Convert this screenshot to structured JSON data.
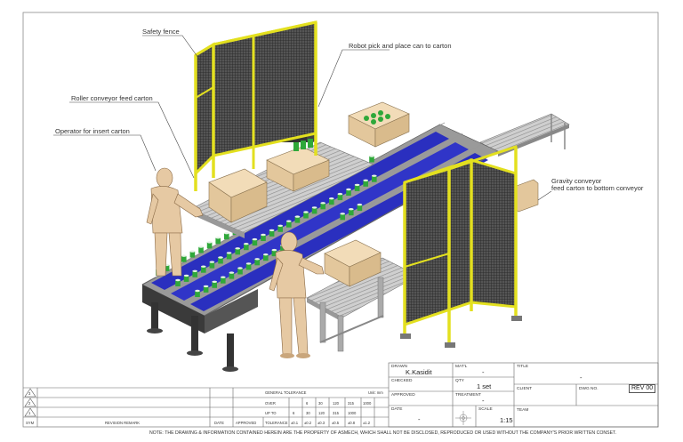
{
  "callouts": {
    "safety_fence": "Safety fence",
    "robot": "Robot pick and place can to carton",
    "roller_conveyor": "Roller conveyor feed carton",
    "operator": "Operator for insert carton",
    "gravity_line1": "Gravity conveyor",
    "gravity_line2": "feed carton to bottom conveyor"
  },
  "title_block": {
    "drawn_label": "DRAWN",
    "drawn_value": "K.Kasidit",
    "checked_label": "CHECKED",
    "approved_label": "APPROVED",
    "date_label": "DATE",
    "date_value": "-",
    "mat_label": "MAT'L",
    "mat_value": "-",
    "qty_label": "QTY",
    "qty_value": "1 set",
    "treatment_label": "TREATMENT",
    "treatment_value": "-",
    "scale_label": "SCALE",
    "scale_value": "1:15",
    "title_label": "TITLE",
    "title_value": "-",
    "client_label": "CLIENT",
    "dwg_label": "DWG NO.",
    "rev_value": "REV 00",
    "team_label": "TEAM"
  },
  "revision_table": {
    "rev_marks": [
      "3",
      "2",
      "1"
    ],
    "sym_label": "SYM",
    "remarks_label": "REVISION REMARK",
    "date_label": "DATE",
    "approved_label": "APPROVED"
  },
  "tolerance_table": {
    "header": "GENERAL TOLERANCE",
    "unit": "Unit: mm",
    "over_label": "OVER",
    "upto_label": "UP TO",
    "tolerance_label": "TOLERANCE",
    "over_values": [
      "6",
      "30",
      "120",
      "315",
      "1000"
    ],
    "upto_values": [
      "6",
      "30",
      "120",
      "315",
      "1000"
    ],
    "tol_values": [
      "±0.1",
      "±0.2",
      "±0.3",
      "±0.5",
      "±0.8",
      "±1.2"
    ]
  },
  "note": "NOTE: THE DRAWING & INFORMATION CONTAINED HEREIN ARE THE PROPERTY OF ASMECH, WHICH SHALL NOT BE DISCLOSED, REPRODUCED OR USED WITHOUT THE COMPANY'S PRIOR WRITTEN CONSET.",
  "colors": {
    "frame": "#e3e01f",
    "mesh": "#3a3a3a",
    "belt": "#2a2fbf",
    "cans": "#2fa83a",
    "carton": "#e8cfa8",
    "skin": "#e6c9a3",
    "metal": "#b8b8b8"
  }
}
